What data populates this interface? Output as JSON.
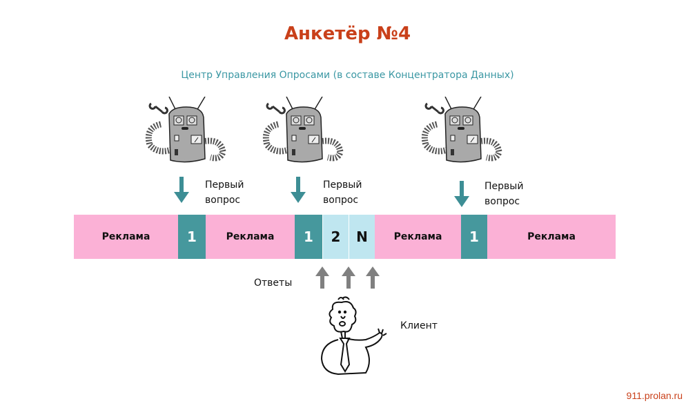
{
  "title": "Анкетёр №4",
  "subtitle": "Центр Управления Опросами (в составе Концентратора Данных)",
  "robots": [
    {
      "label": "Первый вопрос"
    },
    {
      "label": "Первый вопрос"
    },
    {
      "label": "Первый вопрос"
    }
  ],
  "labels": {
    "first_question_line1": "Первый",
    "first_question_line2": "вопрос",
    "answers": "Ответы",
    "client": "Клиент"
  },
  "stream": [
    {
      "type": "ad",
      "text": "Реклама"
    },
    {
      "type": "question",
      "text": "1"
    },
    {
      "type": "ad",
      "text": "Реклама"
    },
    {
      "type": "question",
      "text": "1"
    },
    {
      "type": "answer",
      "text": "2"
    },
    {
      "type": "answer",
      "text": "N"
    },
    {
      "type": "ad",
      "text": "Реклама"
    },
    {
      "type": "question",
      "text": "1"
    },
    {
      "type": "ad",
      "text": "Реклама"
    }
  ],
  "colors": {
    "ad": "#fbb1d6",
    "question": "#46989d",
    "answer": "#bfe6f0",
    "title": "#c9401a"
  },
  "footer": "911.prolan.ru"
}
